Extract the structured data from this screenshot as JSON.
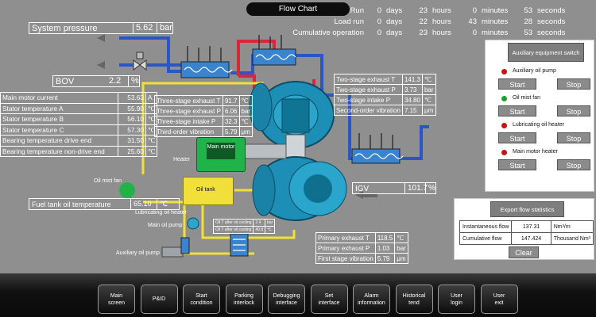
{
  "title": "Flow Chart",
  "runtime": {
    "rows": [
      {
        "label": "Run",
        "days": "0",
        "days_unit": "days",
        "hours": "23",
        "hours_unit": "hours",
        "minutes": "0",
        "minutes_unit": "minutes",
        "seconds": "53",
        "seconds_unit": "seconds"
      },
      {
        "label": "Load run",
        "days": "0",
        "days_unit": "days",
        "hours": "22",
        "hours_unit": "hours",
        "minutes": "43",
        "minutes_unit": "minutes",
        "seconds": "28",
        "seconds_unit": "seconds"
      },
      {
        "label": "Cumulative operation",
        "days": "0",
        "days_unit": "days",
        "hours": "23",
        "hours_unit": "hours",
        "minutes": "0",
        "minutes_unit": "minutes",
        "seconds": "53",
        "seconds_unit": "seconds"
      }
    ]
  },
  "system_pressure": {
    "label": "System pressure",
    "value": "5.62",
    "unit": "bar"
  },
  "bov": {
    "label": "BOV",
    "value": "2.2",
    "unit": "%"
  },
  "motor_table": [
    {
      "label": "Main motor current",
      "value": "53.63",
      "unit": "A"
    },
    {
      "label": "Stator temperature A",
      "value": "55.90",
      "unit": "℃"
    },
    {
      "label": "Stator temperature B",
      "value": "56.10",
      "unit": "℃"
    },
    {
      "label": "Stator temperature C",
      "value": "57.30",
      "unit": "℃"
    },
    {
      "label": "Bearing temperature drive end",
      "value": "31.50",
      "unit": "℃"
    },
    {
      "label": "Bearing temperature non-drive end",
      "value": "25.60",
      "unit": "℃"
    }
  ],
  "third_stage_table": [
    {
      "label": "Three-stage exhaust T",
      "value": "91.7",
      "unit": "℃"
    },
    {
      "label": "Three-stage exhaust P",
      "value": "6.06",
      "unit": "bar"
    },
    {
      "label": "Three-stage intake P",
      "value": "32.3",
      "unit": "℃"
    },
    {
      "label": "Third-order vibration",
      "value": "5.79",
      "unit": "μm"
    }
  ],
  "second_stage_table": [
    {
      "label": "Two-stage exhaust T",
      "value": "141.3",
      "unit": "℃"
    },
    {
      "label": "Two-stage exhaust P",
      "value": "3.73",
      "unit": "bar"
    },
    {
      "label": "Two-stage intake P",
      "value": "34.80",
      "unit": "℃"
    },
    {
      "label": "Second-order vibration",
      "value": "7.15",
      "unit": "μm"
    }
  ],
  "primary_table": [
    {
      "label": "Primary exhaust T",
      "value": "118.5",
      "unit": "℃"
    },
    {
      "label": "Primary exhaust P",
      "value": "1.03",
      "unit": "bar"
    },
    {
      "label": "First stage vibration",
      "value": "5.79",
      "unit": "μm"
    }
  ],
  "oil_cooler_table": [
    {
      "label": "Oil T after oil cooling",
      "value": "2.4",
      "unit": "bar"
    },
    {
      "label": "Oil T after oil cooling",
      "value": "40.8",
      "unit": "℃"
    }
  ],
  "fuel_tank": {
    "label": "Fuel tank oil temperature",
    "value": "65.10",
    "unit": "℃"
  },
  "igv": {
    "label": "IGV",
    "value": "101.7",
    "unit": "%"
  },
  "labels": {
    "heater": "Heater",
    "main_motor": "Main motor",
    "oil_tank": "Oil tank",
    "oil_mist_fan": "Oil mist fan",
    "lubricating_oil_heater": "Lubricating oil heater",
    "main_oil_pump": "Main oil pump",
    "auxiliary_oil_pump": "Auxiliary oil pump"
  },
  "aux_switch": {
    "title": "Auxiliary equipment switch",
    "items": [
      {
        "label": "Auxiliary oil pump",
        "status_color": "#d01010",
        "start": "Start",
        "stop": "Stop"
      },
      {
        "label": "Oil mist fan",
        "status_color": "#1aa52a",
        "start": "Start",
        "stop": "Stop"
      },
      {
        "label": "Lubricating oil heater",
        "status_color": "#d01010",
        "start": "Start",
        "stop": "Stop"
      },
      {
        "label": "Main motor heater",
        "status_color": "#d01010",
        "start": "Start",
        "stop": "Stop"
      }
    ]
  },
  "flow_stats": {
    "title": "Export flow statistics",
    "rows": [
      {
        "label": "Instantaneous flow",
        "value": "137.31",
        "unit": "Nm³/m"
      },
      {
        "label": "Cumulative flow",
        "value": "147.424",
        "unit": "Thousand  Nm³"
      }
    ],
    "clear": "Clear"
  },
  "nav": [
    "Main\nscreen",
    "P&ID",
    "Start\ncondition",
    "Parking\ninterlock",
    "Debugging\ninterface",
    "Set\ninterface",
    "Alarm\ninformation",
    "Historical\ntend",
    "User\nlogin",
    "User\nexit"
  ],
  "colors": {
    "water_pipe": "#2a56c6",
    "oil_pipe": "#f2e03a",
    "air_pipe": "#d8263a",
    "machine": "#1d8fb7",
    "motor": "#22b24a"
  }
}
